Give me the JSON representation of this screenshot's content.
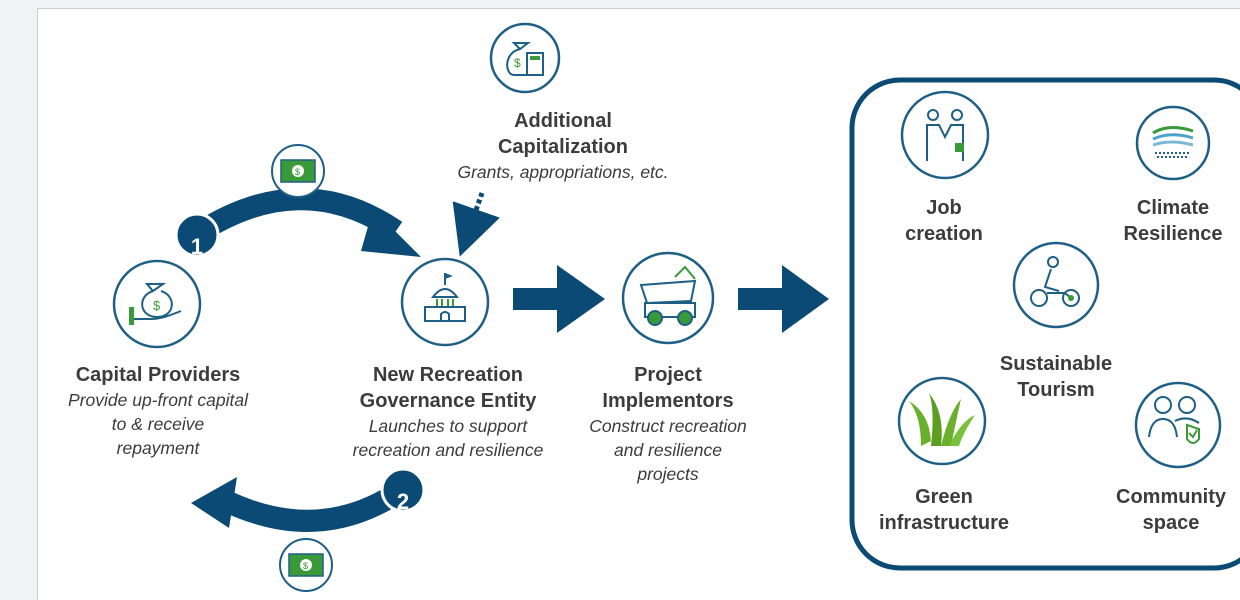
{
  "colors": {
    "primary": "#0b4a74",
    "icon_stroke": "#1e5f86",
    "text": "#3c3c3c",
    "money_green": "#3a9a3a",
    "leaf_green": "#6bb02d"
  },
  "icons": [
    "money-bag-calculator-icon",
    "hand-money-bag-icon",
    "capitol-building-icon",
    "dump-truck-icon",
    "handshake-people-icon",
    "climate-waves-icon",
    "motorbike-rider-icon",
    "grass-icon",
    "community-people-icon",
    "banknote-icon"
  ],
  "additional_capitalization": {
    "title": [
      "Additional",
      "Capitalization"
    ],
    "subtitle": "Grants, appropriations, etc."
  },
  "capital_providers": {
    "title": "Capital Providers",
    "subtitle": [
      "Provide up-front capital",
      "to & receive",
      "repayment"
    ]
  },
  "governance_entity": {
    "title": [
      "New Recreation",
      "Governance Entity"
    ],
    "subtitle": [
      "Launches to support",
      "recreation and resilience"
    ]
  },
  "project_implementors": {
    "title": [
      "Project",
      "Implementors"
    ],
    "subtitle": [
      "Construct recreation",
      "and resilience",
      "projects"
    ]
  },
  "flow_steps": [
    "1",
    "2"
  ],
  "outcomes": {
    "job_creation": [
      "Job",
      "creation"
    ],
    "climate_resilience": [
      "Climate",
      "Resilience"
    ],
    "sustainable_tourism": [
      "Sustainable",
      "Tourism"
    ],
    "green_infrastructure": [
      "Green",
      "infrastructure"
    ],
    "community_space": [
      "Community",
      "space"
    ]
  }
}
